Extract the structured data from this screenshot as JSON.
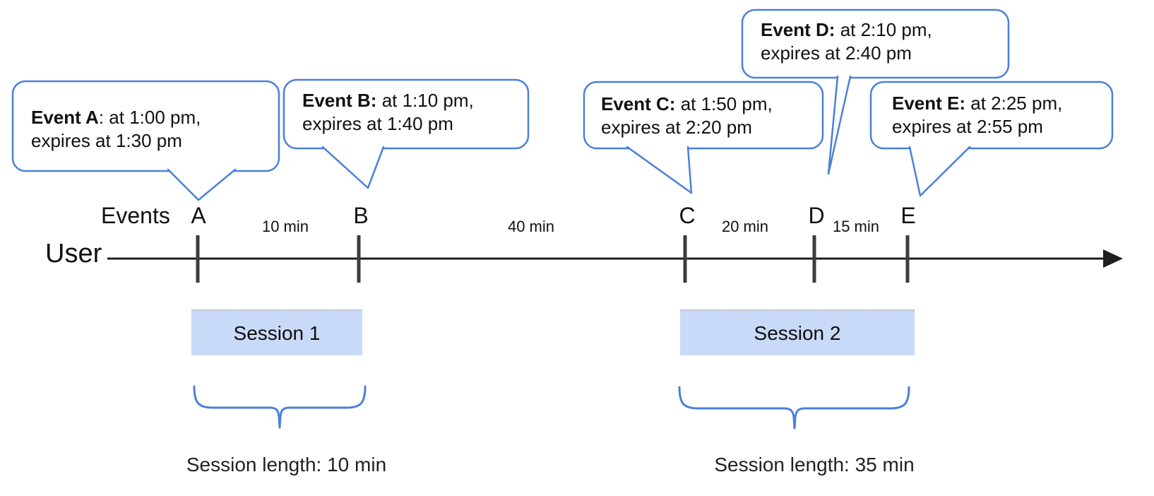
{
  "diagram": {
    "title_semantics": "Event timeline with two sessions",
    "events_axis_label": "Events",
    "user_label": "User",
    "bubbles": [
      {
        "id": "A",
        "bold": "Event A",
        "rest": ": at 1:00 pm,",
        "line2": "expires at 1:30 pm"
      },
      {
        "id": "B",
        "bold": "Event B:",
        "rest": " at 1:10 pm,",
        "line2": "expires at 1:40 pm"
      },
      {
        "id": "C",
        "bold": "Event C:",
        "rest": " at 1:50 pm,",
        "line2": "expires at 2:20 pm"
      },
      {
        "id": "D",
        "bold": "Event D:",
        "rest": " at 2:10 pm,",
        "line2": "expires at 2:40 pm"
      },
      {
        "id": "E",
        "bold": "Event E:",
        "rest": " at 2:25 pm,",
        "line2": "expires at 2:55 pm"
      }
    ],
    "event_marks": [
      "A",
      "B",
      "C",
      "D",
      "E"
    ],
    "intervals": [
      "10 min",
      "40 min",
      "20 min",
      "15 min"
    ],
    "sessions": [
      {
        "label": "Session 1",
        "length_caption": "Session length: 10 min"
      },
      {
        "label": "Session 2",
        "length_caption": "Session length: 35 min"
      }
    ],
    "colors": {
      "bubble_border": "#4a80d9",
      "session_fill": "#c9daf8",
      "axis": "#1f1f1f",
      "brace": "#4a80d9"
    }
  }
}
